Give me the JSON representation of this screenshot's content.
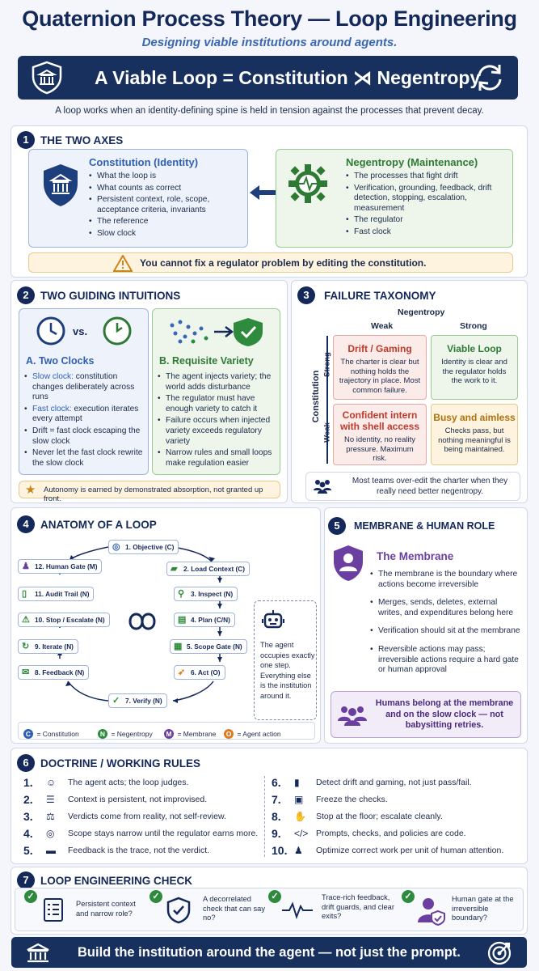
{
  "header": {
    "title": "Quaternion Process Theory — Loop Engineering",
    "subtitle": "Designing viable institutions around agents.",
    "banner": "A Viable Loop = Constitution ⋊ Negentropy",
    "intro": "A loop works when an identity-defining spine is held in tension against the processes that prevent decay."
  },
  "s1": {
    "num": "1",
    "title": "THE TWO AXES",
    "constitution": {
      "heading": "Constitution (Identity)",
      "items": [
        "What the loop is",
        "What counts as correct",
        "Persistent context, role, scope, acceptance criteria, invariants",
        "The reference",
        "Slow clock"
      ]
    },
    "negentropy": {
      "heading": "Negentropy (Maintenance)",
      "items": [
        "The processes that fight drift",
        "Verification, grounding, feedback, drift detection, stopping, escalation, measurement",
        "The regulator",
        "Fast clock"
      ]
    },
    "warning": "You cannot fix a regulator problem by editing the constitution."
  },
  "s2": {
    "num": "2",
    "title": "TWO GUIDING INTUITIONS",
    "vs": "vs.",
    "a": {
      "heading": "A. Two Clocks",
      "items": [
        {
          "label": "Slow clock:",
          "text": " constitution changes deliberately across runs"
        },
        {
          "label": "Fast clock:",
          "text": " execution iterates every attempt"
        },
        {
          "label": "",
          "text": "Drift = fast clock escaping the slow clock"
        },
        {
          "label": "",
          "text": "Never let the fast clock rewrite the slow clock"
        }
      ]
    },
    "b": {
      "heading": "B. Requisite Variety",
      "items": [
        "The agent injects variety; the world adds disturbance",
        "The regulator must have enough variety to catch it",
        "Failure occurs when injected variety exceeds regulatory variety",
        "Narrow rules and small loops make regulation easier"
      ]
    },
    "note": "Autonomy is earned by demonstrated absorption, not granted up front."
  },
  "s3": {
    "num": "3",
    "title": "FAILURE TAXONOMY",
    "neg_label": "Negentropy",
    "weak": "Weak",
    "strong": "Strong",
    "const_label": "Constitution",
    "row_strong": "Strong",
    "row_weak": "Weak",
    "cells": [
      {
        "title": "Drift / Gaming",
        "desc": "The charter is clear but nothing holds the trajectory in place. Most common failure."
      },
      {
        "title": "Viable Loop",
        "desc": "Identity is clear and the regulator holds the work to it."
      },
      {
        "title": "Confident intern with shell access",
        "desc": "No identity, no reality pressure. Maximum risk."
      },
      {
        "title": "Busy and aimless",
        "desc": "Checks pass, but nothing meaningful is being maintained."
      }
    ],
    "note": "Most teams over-edit the charter when they really need better negentropy."
  },
  "s4": {
    "num": "4",
    "title": "ANATOMY OF A LOOP",
    "nodes": [
      "1. Objective (C)",
      "2. Load Context (C)",
      "3. Inspect (N)",
      "4. Plan (C/N)",
      "5. Scope Gate (N)",
      "6. Act (O)",
      "7. Verify (N)",
      "8. Feedback (N)",
      "9. Iterate (N)",
      "10. Stop / Escalate (N)",
      "11. Audit Trail (N)",
      "12. Human Gate (M)"
    ],
    "agent_note": "The agent occupies exactly one step. Everything else is the institution around it.",
    "legend": [
      {
        "key": "C",
        "label": "= Constitution",
        "color": "#2f5fb3"
      },
      {
        "key": "N",
        "label": "= Negentropy",
        "color": "#2e8b3d"
      },
      {
        "key": "M",
        "label": "= Membrane",
        "color": "#6b3fa0"
      },
      {
        "key": "O",
        "label": "= Agent action",
        "color": "#e07a1f"
      }
    ]
  },
  "s5": {
    "num": "5",
    "title": "MEMBRANE & HUMAN ROLE",
    "heading": "The Membrane",
    "items": [
      "The membrane is the boundary where actions become irreversible",
      "Merges, sends, deletes, external writes, and expenditures belong here",
      "Verification should sit at the membrane",
      "Reversible actions may pass; irreversible actions require a hard gate or human approval"
    ],
    "note": "Humans belong at the membrane and on the slow clock — not babysitting retries."
  },
  "s6": {
    "num": "6",
    "title": "DOCTRINE / WORKING RULES",
    "rules": [
      {
        "n": "1.",
        "text": "The agent acts; the loop judges."
      },
      {
        "n": "2.",
        "text": "Context is persistent, not improvised."
      },
      {
        "n": "3.",
        "text": "Verdicts come from reality, not self-review."
      },
      {
        "n": "4.",
        "text": "Scope stays narrow until the regulator earns more."
      },
      {
        "n": "5.",
        "text": "Feedback is the trace, not the verdict."
      },
      {
        "n": "6.",
        "text": "Detect drift and gaming, not just pass/fail."
      },
      {
        "n": "7.",
        "text": "Freeze the checks."
      },
      {
        "n": "8.",
        "text": "Stop at the floor; escalate cleanly."
      },
      {
        "n": "9.",
        "text": "Prompts, checks, and policies are code."
      },
      {
        "n": "10.",
        "text": "Optimize correct work per unit of human attention."
      }
    ]
  },
  "s7": {
    "num": "7",
    "title": "LOOP ENGINEERING CHECK",
    "checks": [
      "Persistent context and narrow role?",
      "A decorrelated check that can say no?",
      "Trace-rich feedback, drift guards, and clear exits?",
      "Human gate at the irreversible boundary?"
    ]
  },
  "footer": "Build the institution around the agent — not just the prompt.",
  "colors": {
    "navy": "#17305e",
    "blue": "#2f5fb3",
    "green": "#2e8b3d",
    "purple": "#6b3fa0",
    "orange": "#e07a1f",
    "red": "#c0392b"
  }
}
